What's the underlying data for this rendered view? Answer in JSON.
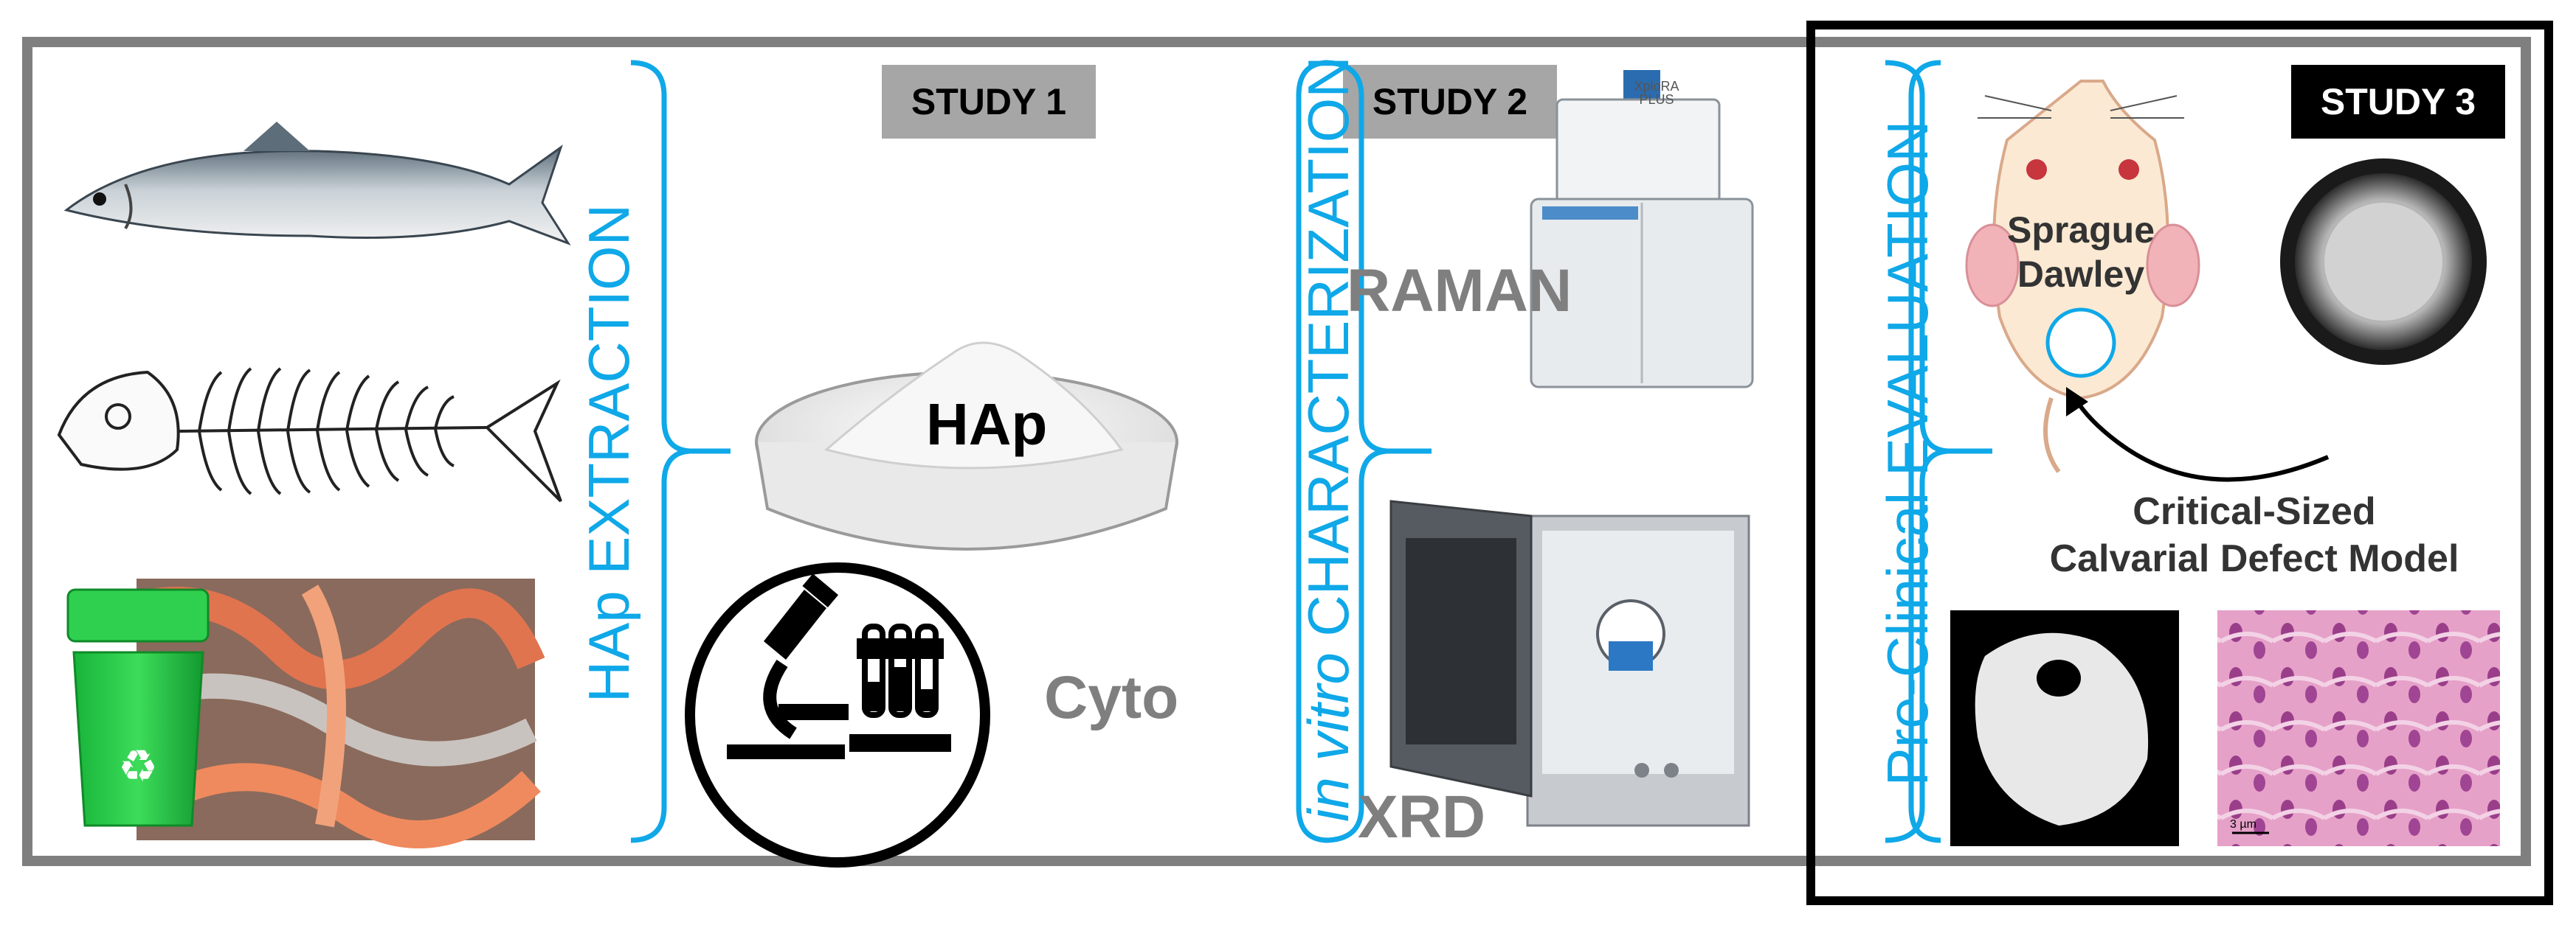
{
  "colors": {
    "frame_gray": "#7f7f7f",
    "accent_blue": "#0fa8e8",
    "label_gray": "#a6a6a6",
    "black": "#000000"
  },
  "studies": {
    "study1": "STUDY 1",
    "study2": "STUDY 2",
    "study3": "STUDY 3"
  },
  "sections": {
    "extraction": "HAp EXTRACTION",
    "characterization_prefix": "in vitro",
    "characterization": "CHARACTERIZATION",
    "evaluation": "Pre-Clinical EVALUATION"
  },
  "labels": {
    "hap": "HAp",
    "cyto": "Cyto",
    "raman": "RAMAN",
    "xrd": "XRD",
    "rat_line1": "Sprague",
    "rat_line2": "Dawley",
    "model_line1": "Critical-Sized",
    "model_line2": "Calvarial Defect Model",
    "scale_bar": "3 µm",
    "instrument_brand": "XploRA PLUS"
  },
  "icons": [
    "salmon-icon",
    "fish-skeleton-icon",
    "recycle-bin-icon",
    "petri-dish-icon",
    "microscope-icon",
    "test-tubes-icon",
    "raman-instrument-icon",
    "xrd-instrument-icon",
    "rat-icon",
    "implant-dish-icon",
    "skull-ct-icon",
    "histology-icon"
  ]
}
